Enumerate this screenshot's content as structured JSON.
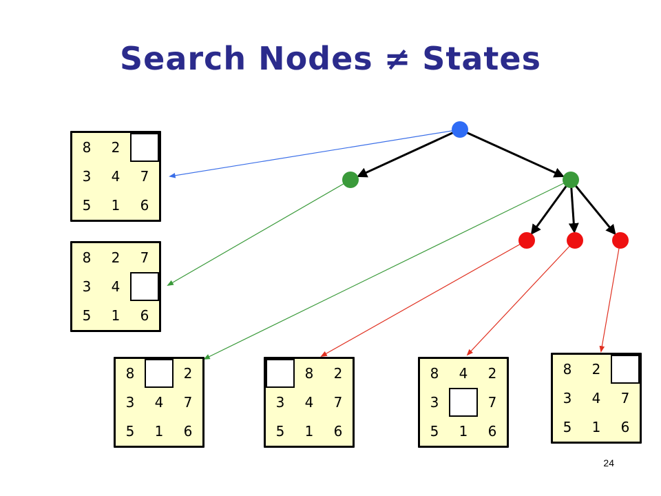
{
  "slide": {
    "title_left": "Search Nodes",
    "title_symbol": "≠",
    "title_right": "States",
    "page_number": "24"
  },
  "colors": {
    "root": "#2f6cf5",
    "level1": "#3a9a3a",
    "level2": "#ee1111",
    "link_root": "#3a6ee8",
    "link_green": "#3a9a3a",
    "link_red": "#e03020",
    "board_fill": "#ffffcc"
  },
  "tree": {
    "nodes": [
      {
        "id": "root",
        "level": 0
      },
      {
        "id": "n1",
        "level": 1,
        "parent": "root"
      },
      {
        "id": "n2",
        "level": 1,
        "parent": "root"
      },
      {
        "id": "n3",
        "level": 2,
        "parent": "n2"
      },
      {
        "id": "n4",
        "level": 2,
        "parent": "n2"
      },
      {
        "id": "n5",
        "level": 2,
        "parent": "n2"
      }
    ],
    "state_links": [
      {
        "node": "root",
        "board": "board-1"
      },
      {
        "node": "n1",
        "board": "board-2"
      },
      {
        "node": "n2",
        "board": "board-3"
      },
      {
        "node": "n3",
        "board": "board-4"
      },
      {
        "node": "n4",
        "board": "board-5"
      },
      {
        "node": "n5",
        "board": "board-6"
      }
    ]
  },
  "boards": [
    {
      "id": "board-1",
      "rows": [
        [
          "8",
          "2",
          ""
        ],
        [
          "3",
          "4",
          "7"
        ],
        [
          "5",
          "1",
          "6"
        ]
      ]
    },
    {
      "id": "board-2",
      "rows": [
        [
          "8",
          "2",
          "7"
        ],
        [
          "3",
          "4",
          ""
        ],
        [
          "5",
          "1",
          "6"
        ]
      ]
    },
    {
      "id": "board-3",
      "rows": [
        [
          "8",
          "",
          "2"
        ],
        [
          "3",
          "4",
          "7"
        ],
        [
          "5",
          "1",
          "6"
        ]
      ]
    },
    {
      "id": "board-4",
      "rows": [
        [
          "",
          "8",
          "2"
        ],
        [
          "3",
          "4",
          "7"
        ],
        [
          "5",
          "1",
          "6"
        ]
      ]
    },
    {
      "id": "board-5",
      "rows": [
        [
          "8",
          "4",
          "2"
        ],
        [
          "3",
          "",
          "7"
        ],
        [
          "5",
          "1",
          "6"
        ]
      ]
    },
    {
      "id": "board-6",
      "rows": [
        [
          "8",
          "2",
          ""
        ],
        [
          "3",
          "4",
          "7"
        ],
        [
          "5",
          "1",
          "6"
        ]
      ]
    }
  ]
}
